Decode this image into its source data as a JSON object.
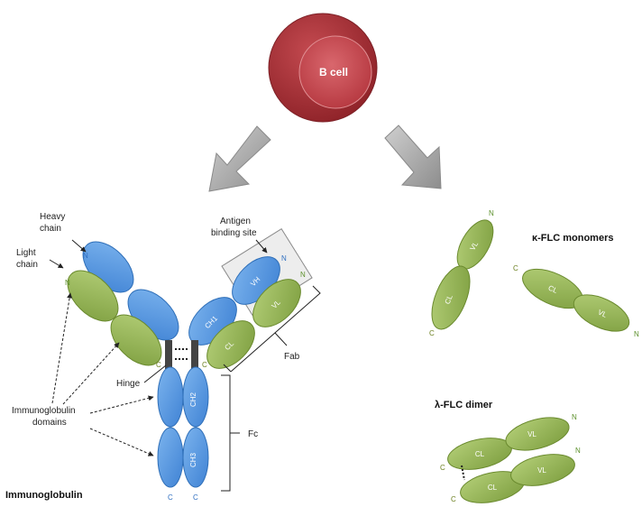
{
  "bcell": {
    "label": "B cell"
  },
  "labels": {
    "heavy_chain_1": "Heavy",
    "heavy_chain_2": "chain",
    "light_chain_1": "Light",
    "light_chain_2": "chain",
    "antigen_1": "Antigen",
    "antigen_2": "binding site",
    "hinge": "Hinge",
    "ig_domains_1": "Immunoglobulin",
    "ig_domains_2": "domains",
    "fab": "Fab",
    "fc": "Fc",
    "immunoglobulin_title": "Immunoglobulin",
    "kappa_title": "κ-FLC monomers",
    "lambda_title": "λ-FLC dimer"
  },
  "terminals": {
    "n": "N",
    "c": "C"
  },
  "domains": {
    "vh": "VH",
    "vl": "VL",
    "ch1": "CH1",
    "cl": "CL",
    "ch2": "CH2",
    "ch3": "CH3"
  },
  "colors": {
    "heavy_chain": "#5b9be0",
    "light_chain": "#9bbb59",
    "bcell_outer": "#a62f35",
    "bcell_inner": "#c94a52",
    "arrow": "#9a9a9a",
    "hinge": "#444444"
  }
}
